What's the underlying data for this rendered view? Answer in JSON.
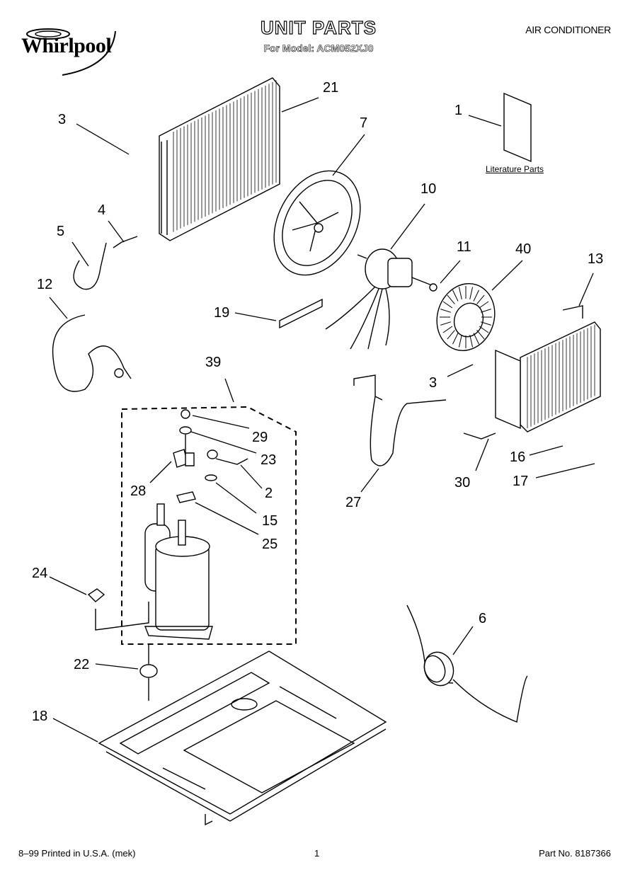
{
  "header": {
    "brand": "Whirlpool",
    "title": "UNIT PARTS",
    "model_line": "For Model: ACM052XJ0",
    "category": "AIR CONDITIONER"
  },
  "literature_label": "Literature Parts",
  "callouts": [
    "21",
    "3",
    "7",
    "1",
    "4",
    "10",
    "5",
    "11",
    "40",
    "13",
    "12",
    "19",
    "39",
    "3",
    "29",
    "23",
    "28",
    "2",
    "15",
    "16",
    "30",
    "17",
    "27",
    "25",
    "24",
    "6",
    "22",
    "18"
  ],
  "footer": {
    "left": "8–99 Printed in U.S.A. (mek)",
    "page": "1",
    "right": "Part No. 8187366"
  }
}
